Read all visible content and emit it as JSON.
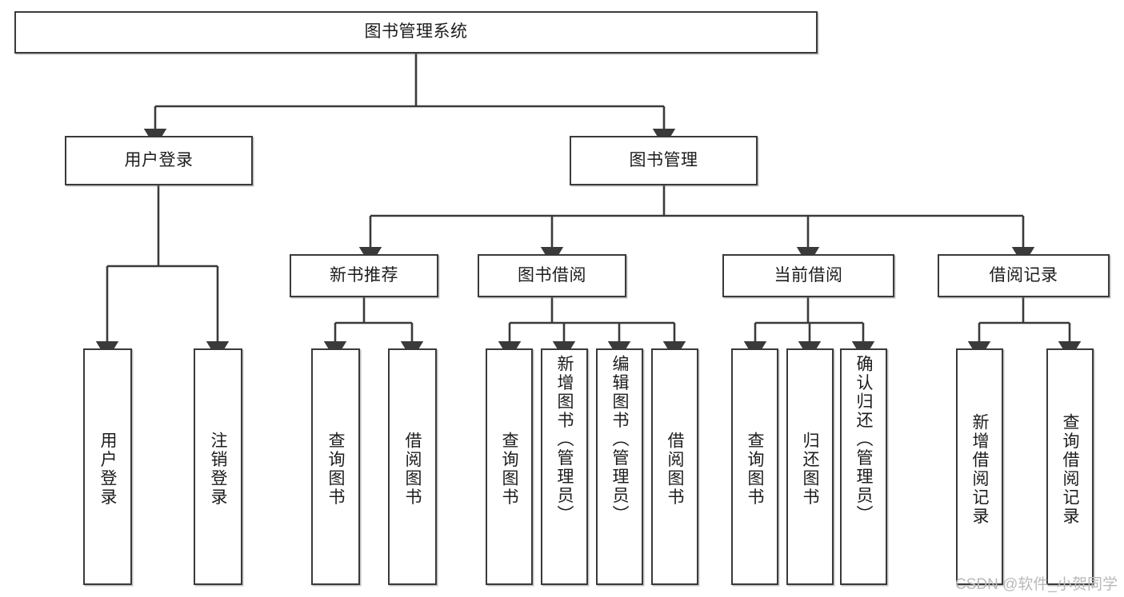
{
  "diagram": {
    "title": "图书管理系统",
    "type": "tree-hierarchy-chart",
    "colors": {
      "box_border": "#3a3a3a",
      "box_fill": "#ffffff",
      "edge": "#3a3a3a",
      "text": "#1c1c1c",
      "watermark": "#b9b9b9"
    },
    "root": {
      "label": "图书管理系统"
    },
    "level2": [
      {
        "label": "用户登录"
      },
      {
        "label": "图书管理"
      }
    ],
    "level3": [
      {
        "label": "新书推荐"
      },
      {
        "label": "图书借阅"
      },
      {
        "label": "当前借阅"
      },
      {
        "label": "借阅记录"
      }
    ],
    "leaves": {
      "user_login": [
        {
          "label": "用户登录"
        },
        {
          "label": "注销登录"
        }
      ],
      "new_book_recommend": [
        {
          "label": "查询图书"
        },
        {
          "label": "借阅图书"
        }
      ],
      "book_borrow": [
        {
          "label": "查询图书"
        },
        {
          "label": "新增图书（管理员）"
        },
        {
          "label": "编辑图书（管理员）"
        },
        {
          "label": "借阅图书"
        }
      ],
      "current_borrow": [
        {
          "label": "查询图书"
        },
        {
          "label": "归还图书"
        },
        {
          "label": "确认归还（管理员）"
        }
      ],
      "borrow_record": [
        {
          "label": "新增借阅记录"
        },
        {
          "label": "查询借阅记录"
        }
      ]
    }
  },
  "watermark": {
    "text": "CSDN @软件_小贺同学"
  }
}
